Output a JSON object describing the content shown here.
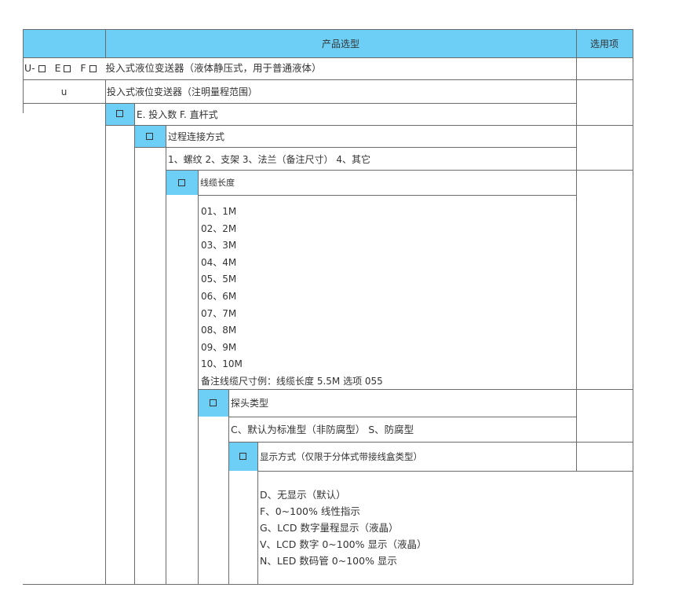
{
  "header": {
    "title": "产品选型",
    "option_col": "选用项"
  },
  "row_model": {
    "prefix": "U-",
    "e": "E",
    "f": "F",
    "text": "投入式液位变送器（液体静压式，用于普通液体）"
  },
  "row_u": {
    "code": "u",
    "text": "投入式液位变送器（注明量程范围）"
  },
  "row_install": {
    "text": "E. 投入数      F. 直杆式"
  },
  "row_conn": {
    "label": "过程连接方式"
  },
  "row_conn_opts": {
    "text": "1、螺纹      2、支架      3、法兰（备注尺寸）   4、其它"
  },
  "row_cable": {
    "label": "线缆长度"
  },
  "cable_options": [
    "01、1M",
    "02、2M",
    "03、3M",
    "04、4M",
    "05、5M",
    "06、6M",
    "07、7M",
    "08、8M",
    "09、9M",
    "10、10M"
  ],
  "cable_note": "备注线缆尺寸例：线缆长度 5.5M  选项 055",
  "row_probe": {
    "label": "探头类型"
  },
  "row_probe_opts": {
    "text": "C、默认为标准型（非防腐型）        S、防腐型"
  },
  "row_display": {
    "label": "显示方式（仅限于分体式带接线盒类型）"
  },
  "display_options": [
    "D、无显示（默认）",
    "F、0~100% 线性指示",
    "G、LCD 数字量程显示（液晶）",
    "V、LCD 数字 0~100% 显示（液晶）",
    "N、LED 数码管 0~100% 显示"
  ],
  "colors": {
    "accent": "#6dcff6",
    "border": "#6b6b6b"
  }
}
